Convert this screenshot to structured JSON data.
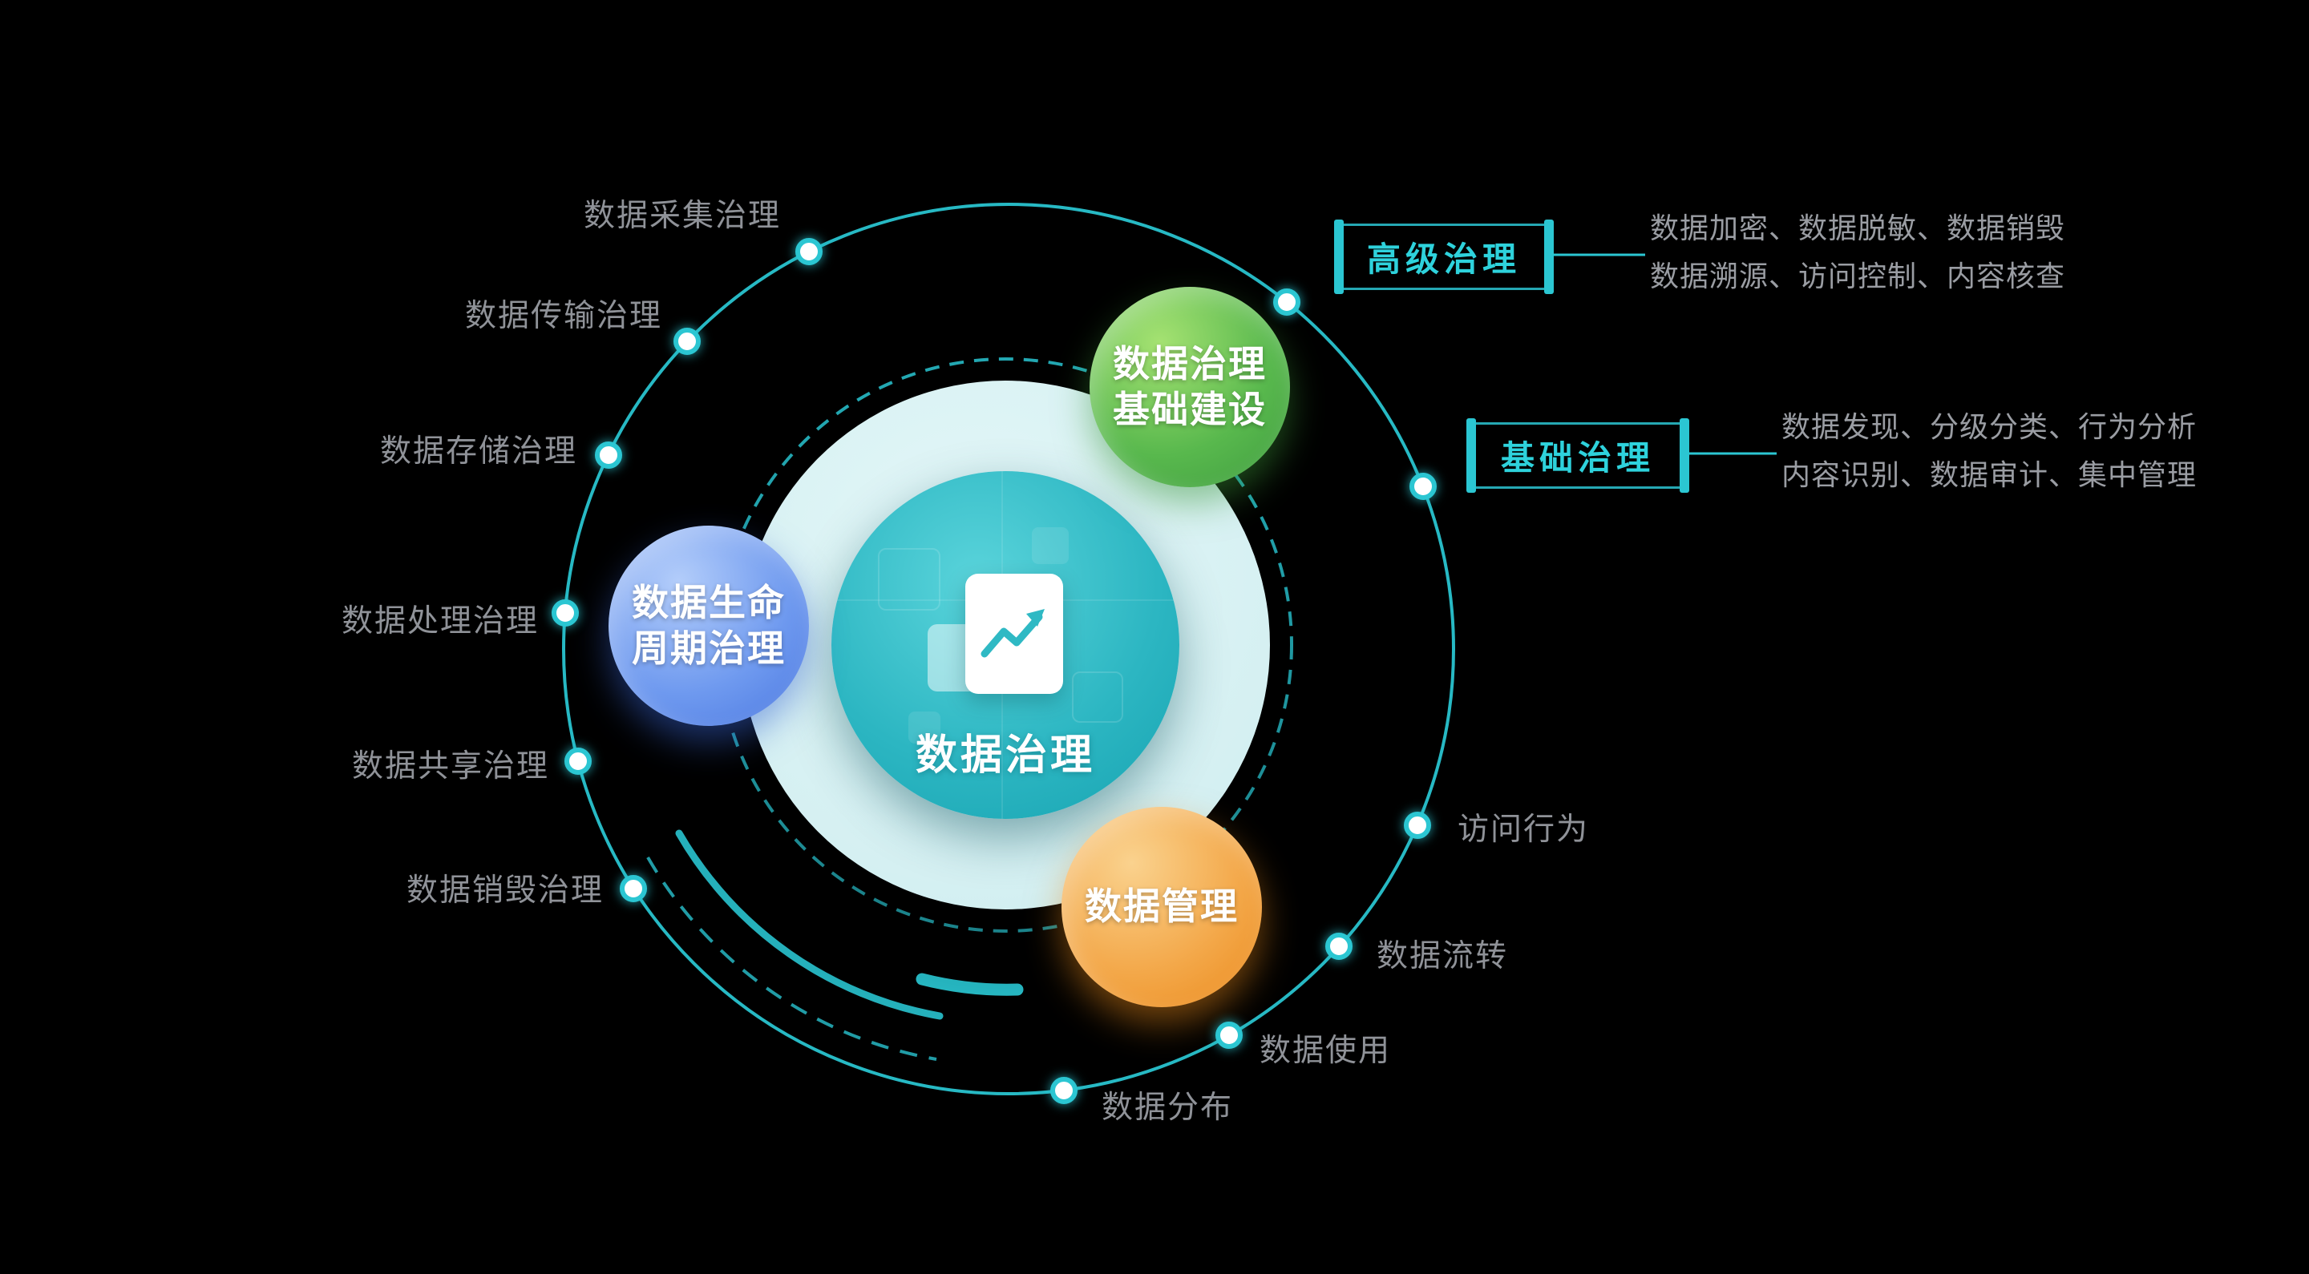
{
  "colors": {
    "background": "#000000",
    "accent": "#2bc6d2",
    "label_gray": "#8f9298",
    "desc_gray": "#9a9da3",
    "bubble_green": "#58b84d",
    "bubble_blue": "#6e99ef",
    "bubble_orange": "#f3a748",
    "core_teal": "#2cb6c2",
    "pale_disc": "#d5f0f2"
  },
  "center": {
    "title": "数据治理",
    "icon": "document-chart-icon"
  },
  "bubbles": {
    "green": {
      "lines": [
        "数据治理",
        "基础建设"
      ]
    },
    "blue": {
      "lines": [
        "数据生命",
        "周期治理"
      ]
    },
    "orange": {
      "lines": [
        "数据管理"
      ]
    }
  },
  "ring_labels": {
    "left": [
      "数据采集治理",
      "数据传输治理",
      "数据存储治理",
      "数据处理治理",
      "数据共享治理",
      "数据销毁治理"
    ],
    "right": [
      "访问行为",
      "数据流转",
      "数据使用",
      "数据分布"
    ]
  },
  "callouts": [
    {
      "title": "高级治理",
      "lines": [
        "数据加密、数据脱敏、数据销毁",
        "数据溯源、访问控制、内容核查"
      ]
    },
    {
      "title": "基础治理",
      "lines": [
        "数据发现、分级分类、行为分析",
        "内容识别、数据审计、集中管理"
      ]
    }
  ]
}
